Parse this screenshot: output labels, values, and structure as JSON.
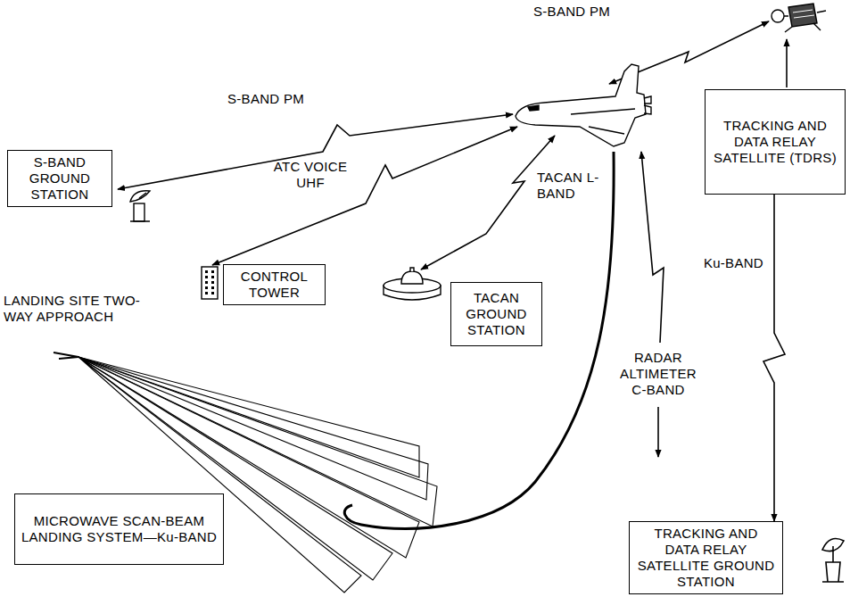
{
  "diagram": {
    "nodes": [
      {
        "text": [
          "TRACKING AND DATA RELAY SATELLITE (TDRS)"
        ]
      },
      {
        "text": [
          "S-BAND GROUND STATION"
        ]
      },
      {
        "text": [
          "CONTROL TOWER"
        ]
      },
      {
        "text": [
          "TACAN GROUND STATION"
        ]
      },
      {
        "text": [
          "MICROWAVE SCAN-BEAM LANDING SYSTEM—Ku-BAND"
        ]
      },
      {
        "text": [
          "TRACKING AND DATA RELAY SATELLITE GROUND STATION"
        ]
      }
    ],
    "edges": [
      {
        "from": 0,
        "to": 5,
        "label": "Ku-BAND",
        "arrow": "to"
      }
    ],
    "labels": [
      "S-BAND PM",
      "S-BAND PM",
      "ATC VOICE UHF",
      "TACAN L-BAND",
      "LANDING SITE TWO-WAY APPROACH",
      "RADAR ALTIMETER C-BAND"
    ]
  }
}
